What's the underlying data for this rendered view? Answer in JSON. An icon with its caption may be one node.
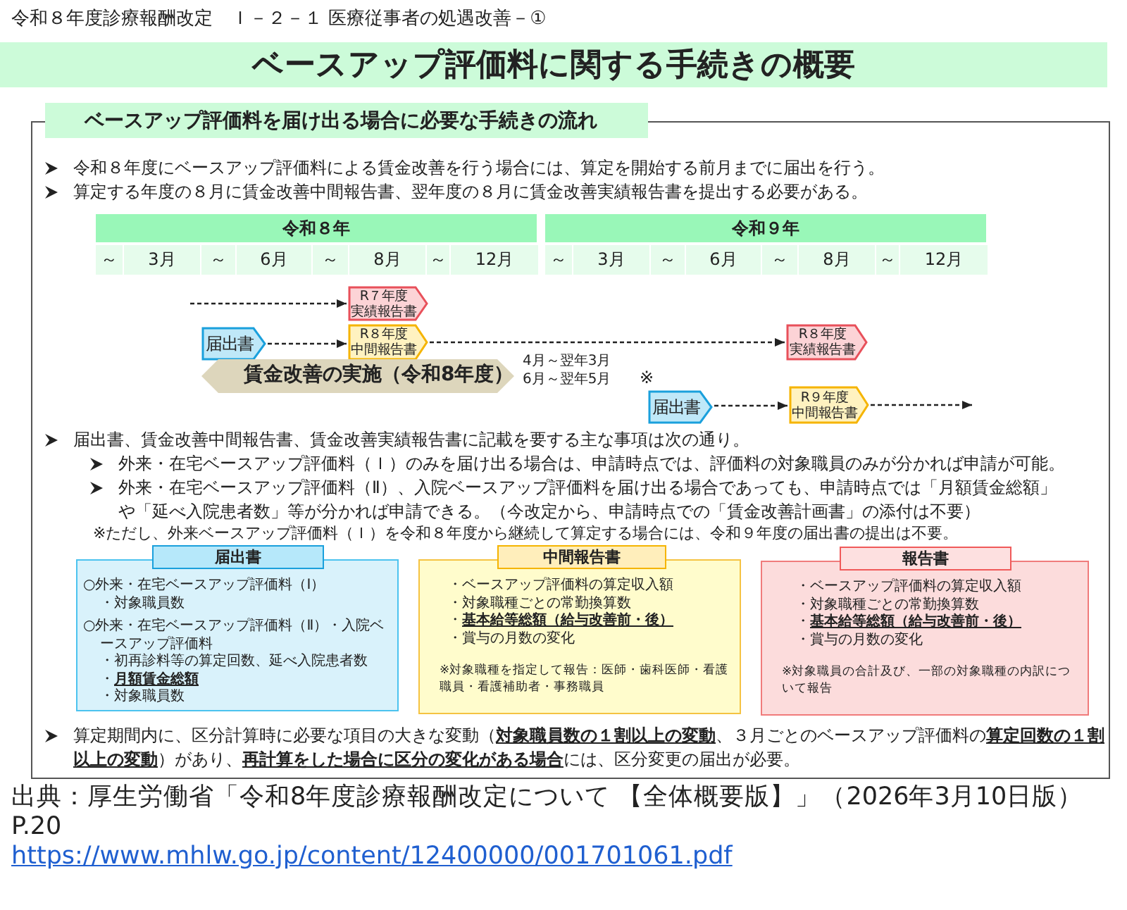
{
  "diagram": {
    "title": "ベースアップ評価料に関する手続きの概要",
    "nodes": [
      {
        "text": [
          "ベースアップ評価料を届け出る場合に必要な手続きの流れ"
        ]
      },
      {
        "text": [
          "R７年度",
          "実績報告書"
        ],
        "in": 0
      },
      {
        "text": [
          "届出書"
        ],
        "in": 0
      },
      {
        "text": [
          "R８年度",
          "中間報告書"
        ],
        "in": 0
      },
      {
        "text": [
          "R８年度",
          "実績報告書"
        ],
        "in": 0
      },
      {
        "text": [
          "賃金改善の実施（令和8年度）"
        ],
        "beside": [
          "4月～翌年3月",
          "6月～翌年5月"
        ],
        "in": 0
      },
      {
        "text": [
          "届出書"
        ],
        "beside": [
          "※"
        ],
        "in": 0
      },
      {
        "text": [
          "R９年度",
          "中間報告書"
        ],
        "in": 0
      },
      {
        "text": [
          "届出書",
          "○外来・在宅ベースアップ評価料（Ⅰ）",
          "・対象職員数",
          "○外来・在宅ベースアップ評価料（Ⅱ）・入院ベースアップ評価料",
          "・初再診料等の算定回数、延べ入院患者数",
          "・**月額賃金総額**",
          "・対象職員数"
        ],
        "in": 0
      },
      {
        "text": [
          "中間報告書",
          "・ベースアップ評価料の算定収入額",
          "・対象職種ごとの常勤換算数",
          "・**基本給等総額（給与改善前・後）**",
          "・賞与の月数の変化",
          "※対象職種を指定して報告：医師・歯科医師・看護職員・看護補助者・事務職員"
        ],
        "in": 0
      },
      {
        "text": [
          "報告書",
          "・ベースアップ評価料の算定収入額",
          "・対象職種ごとの常勤換算数",
          "・**基本給等総額（給与改善前・後）**",
          "・賞与の月数の変化",
          "※対象職員の合計及び、一部の対象職種の内訳について報告"
        ],
        "in": 0
      }
    ],
    "edges": [
      {
        "from": null,
        "to": 1,
        "arrow": "to",
        "style": "dashed"
      },
      {
        "from": 2,
        "to": 3,
        "arrow": "to",
        "style": "dashed"
      },
      {
        "from": 3,
        "to": 4,
        "arrow": "to",
        "style": "dashed"
      },
      {
        "from": 6,
        "to": 7,
        "arrow": "to",
        "style": "dashed"
      },
      {
        "from": 7,
        "to": null,
        "arrow": "to",
        "style": "dashed"
      }
    ],
    "labels": [
      "令和８年度診療報酬改定　Ｉ－２－１ 医療従事者の処遇改善－①",
      "令和８年度にベースアップ評価料による賃金改善を行う場合には、算定を開始する前月までに届出を行う。",
      "算定する年度の８月に賃金改善中間報告書、翌年度の８月に賃金改善実績報告書を提出する必要がある。",
      "令和８年",
      "令和９年",
      "～",
      "3月",
      "～",
      "6月",
      "～",
      "8月",
      "～",
      "12月",
      "～",
      "3月",
      "～",
      "6月",
      "～",
      "8月",
      "～",
      "12月",
      "届出書、賃金改善中間報告書、賃金改善実績報告書に記載を要する主な事項は次の通り。",
      "外来・在宅ベースアップ評価料（Ｉ）のみを届け出る場合は、申請時点では、評価料の対象職員のみが分かれば申請が可能。",
      "外来・在宅ベースアップ評価料（Ⅱ）、入院ベースアップ評価料を届け出る場合であっても、申請時点では「月額賃金総額」や「延べ入院患者数」等が分かれば申請できる。（今改定から、申請時点での「賃金改善計画書」の添付は不要）",
      "※ただし、外来ベースアップ評価料（Ｉ）を令和８年度から継続して算定する場合には、令和９年度の届出書の提出は不要。",
      "算定期間内に、区分計算時に必要な項目の大きな変動（**対象職員数の１割以上の変動**、３月ごとのベースアップ評価料の**算定回数の１割以上の変動**）があり、**再計算をした場合に区分の変化がある場合**には、区分変更の届出が必要。",
      "出典：厚生労働省「令和8年度診療報酬改定について 【全体概要版】」（2026年3月10日版）P.20",
      "https://www.mhlw.go.jp/content/12400000/001701061.pdf"
    ]
  }
}
